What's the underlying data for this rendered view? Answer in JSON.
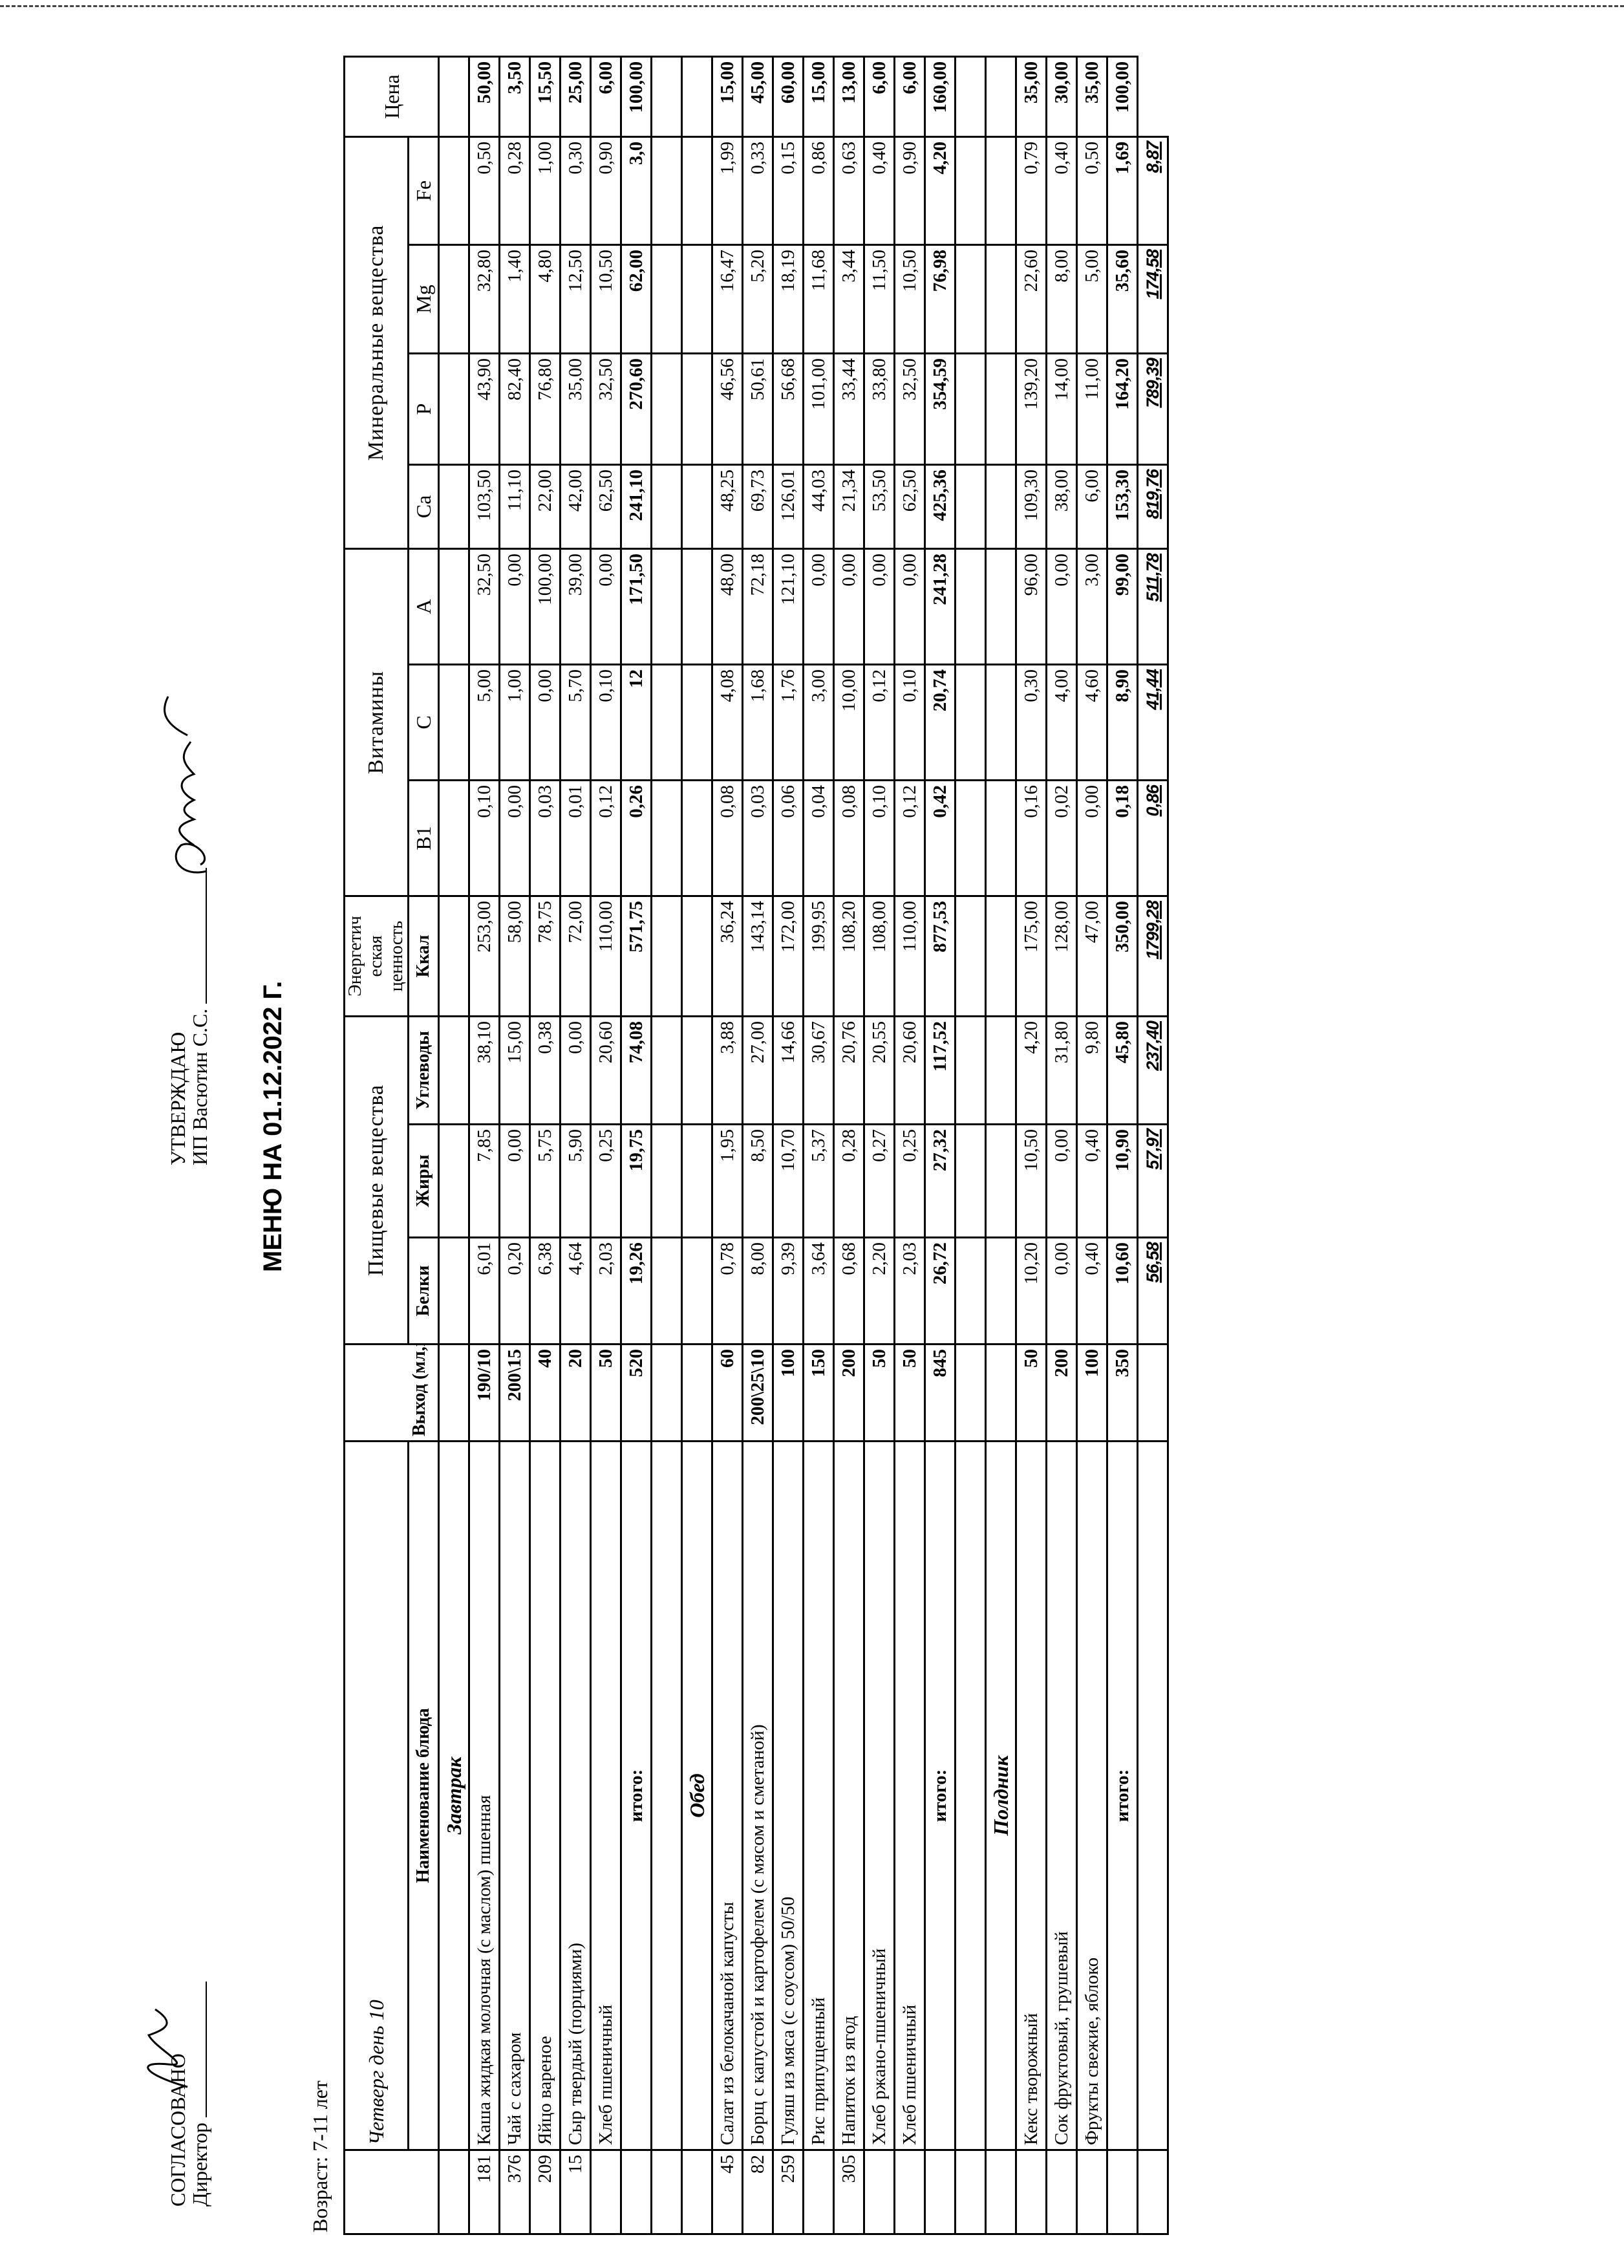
{
  "approval_left": {
    "label": "СОГЛАСОВАНО",
    "role": "Директор"
  },
  "approval_right": {
    "label": "УТВЕРЖДАЮ",
    "name": "ИП Васютин С.С."
  },
  "title": "МЕНЮ НА 01.12.2022 Г.",
  "age": "Возраст: 7-11 лет",
  "table": {
    "day": "Четверг день 10",
    "headers": {
      "name": "Наименование блюда",
      "yield": "Выход (мл,гр)",
      "nutrients_group": "Пищевые вещества",
      "protein": "Белки",
      "fat": "Жиры",
      "carbs": "Углеводы",
      "energy_group": "Энергетич еская ценность",
      "kcal": "Ккал",
      "vitamins_group": "Витамины",
      "b1": "B1",
      "c": "C",
      "a": "A",
      "minerals_group": "Минеральные вещества",
      "ca": "Ca",
      "p": "P",
      "mg": "Mg",
      "fe": "Fe",
      "price": "Цена"
    },
    "sections": [
      {
        "title": "Завтрак",
        "items": [
          {
            "code": "181",
            "name": "Каша жидкая молочная (с маслом) пшенная",
            "values": [
              "190/10",
              "6,01",
              "7,85",
              "38,10",
              "253,00",
              "0,10",
              "5,00",
              "32,50",
              "103,50",
              "43,90",
              "32,80",
              "0,50",
              "50,00"
            ]
          },
          {
            "code": "376",
            "name": "Чай с сахаром",
            "values": [
              "200\\15",
              "0,20",
              "0,00",
              "15,00",
              "58,00",
              "0,00",
              "1,00",
              "0,00",
              "11,10",
              "82,40",
              "1,40",
              "0,28",
              "3,50"
            ]
          },
          {
            "code": "209",
            "name": "Яйцо вареное",
            "values": [
              "40",
              "6,38",
              "5,75",
              "0,38",
              "78,75",
              "0,03",
              "0,00",
              "100,00",
              "22,00",
              "76,80",
              "4,80",
              "1,00",
              "15,50"
            ]
          },
          {
            "code": "15",
            "name": "Сыр твердый (порциями)",
            "values": [
              "20",
              "4,64",
              "5,90",
              "0,00",
              "72,00",
              "0,01",
              "5,70",
              "39,00",
              "42,00",
              "35,00",
              "12,50",
              "0,30",
              "25,00"
            ]
          },
          {
            "code": "",
            "name": "Хлеб пшеничный",
            "values": [
              "50",
              "2,03",
              "0,25",
              "20,60",
              "110,00",
              "0,12",
              "0,10",
              "0,00",
              "62,50",
              "32,50",
              "10,50",
              "0,90",
              "6,00"
            ]
          }
        ],
        "total_label": "итого:",
        "total": [
          "520",
          "19,26",
          "19,75",
          "74,08",
          "571,75",
          "0,26",
          "12",
          "171,50",
          "241,10",
          "270,60",
          "62,00",
          "3,0",
          "100,00"
        ]
      },
      {
        "title": "Обед",
        "items": [
          {
            "code": "45",
            "name": "Салат из белокачаной капусты",
            "values": [
              "60",
              "0,78",
              "1,95",
              "3,88",
              "36,24",
              "0,08",
              "4,08",
              "48,00",
              "48,25",
              "46,56",
              "16,47",
              "1,99",
              "15,00"
            ]
          },
          {
            "code": "82",
            "name": "Борщ с капустой и картофелем (с мясом и сметаной)",
            "values": [
              "200\\25\\10",
              "8,00",
              "8,50",
              "27,00",
              "143,14",
              "0,03",
              "1,68",
              "72,18",
              "69,73",
              "50,61",
              "5,20",
              "0,33",
              "45,00"
            ]
          },
          {
            "code": "259",
            "name": "Гуляш из мяса (с соусом) 50/50",
            "values": [
              "100",
              "9,39",
              "10,70",
              "14,66",
              "172,00",
              "0,06",
              "1,76",
              "121,10",
              "126,01",
              "56,68",
              "18,19",
              "0,15",
              "60,00"
            ]
          },
          {
            "code": "",
            "name": "Рис припущенный",
            "values": [
              "150",
              "3,64",
              "5,37",
              "30,67",
              "199,95",
              "0,04",
              "3,00",
              "0,00",
              "44,03",
              "101,00",
              "11,68",
              "0,86",
              "15,00"
            ]
          },
          {
            "code": "305",
            "name": "Напиток из ягод",
            "values": [
              "200",
              "0,68",
              "0,28",
              "20,76",
              "108,20",
              "0,08",
              "10,00",
              "0,00",
              "21,34",
              "33,44",
              "3,44",
              "0,63",
              "13,00"
            ]
          },
          {
            "code": "",
            "name": "Хлеб ржано-пшеничный",
            "values": [
              "50",
              "2,20",
              "0,27",
              "20,55",
              "108,00",
              "0,10",
              "0,12",
              "0,00",
              "53,50",
              "33,80",
              "11,50",
              "0,40",
              "6,00"
            ]
          },
          {
            "code": "",
            "name": "Хлеб пшеничный",
            "values": [
              "50",
              "2,03",
              "0,25",
              "20,60",
              "110,00",
              "0,12",
              "0,10",
              "0,00",
              "62,50",
              "32,50",
              "10,50",
              "0,90",
              "6,00"
            ]
          }
        ],
        "total_label": "итого:",
        "total": [
          "845",
          "26,72",
          "27,32",
          "117,52",
          "877,53",
          "0,42",
          "20,74",
          "241,28",
          "425,36",
          "354,59",
          "76,98",
          "4,20",
          "160,00"
        ]
      },
      {
        "title": "Полдник",
        "items": [
          {
            "code": "",
            "name": "Кекс творожный",
            "values": [
              "50",
              "10,20",
              "10,50",
              "4,20",
              "175,00",
              "0,16",
              "0,30",
              "96,00",
              "109,30",
              "139,20",
              "22,60",
              "0,79",
              "35,00"
            ]
          },
          {
            "code": "",
            "name": "Сок фруктовый, грушевый",
            "values": [
              "200",
              "0,00",
              "0,00",
              "31,80",
              "128,00",
              "0,02",
              "4,00",
              "0,00",
              "38,00",
              "14,00",
              "8,00",
              "0,40",
              "30,00"
            ]
          },
          {
            "code": "",
            "name": "Фрукты свежие, яблоко",
            "values": [
              "100",
              "0,40",
              "0,40",
              "9,80",
              "47,00",
              "0,00",
              "4,60",
              "3,00",
              "6,00",
              "11,00",
              "5,00",
              "0,50",
              "35,00"
            ]
          }
        ],
        "total_label": "итого:",
        "total": [
          "350",
          "10,60",
          "10,90",
          "45,80",
          "350,00",
          "0,18",
          "8,90",
          "99,00",
          "153,30",
          "164,20",
          "35,60",
          "1,69",
          "100,00"
        ]
      }
    ],
    "day_total": [
      "56,58",
      "57,97",
      "237,40",
      "1799,28",
      "0,86",
      "41,44",
      "511,78",
      "819,76",
      "789,39",
      "174,58",
      "8,87"
    ]
  }
}
